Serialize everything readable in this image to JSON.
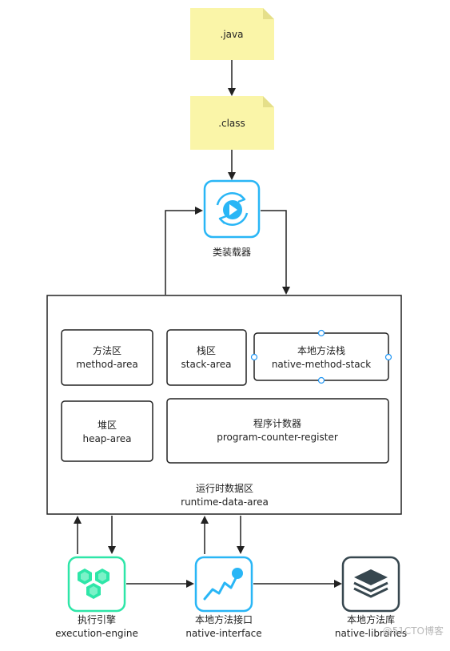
{
  "files": {
    "java": ".java",
    "class": ".class"
  },
  "class_loader": {
    "label": "类装载器",
    "icon": "refresh-play-icon",
    "color": "#29b6f6"
  },
  "runtime_data_area": {
    "label_cn": "运行时数据区",
    "label_en": "runtime-data-area",
    "method_area": {
      "cn": "方法区",
      "en": "method-area"
    },
    "stack_area": {
      "cn": "栈区",
      "en": "stack-area"
    },
    "native_method_stack": {
      "cn": "本地方法栈",
      "en": "native-method-stack"
    },
    "heap_area": {
      "cn": "堆区",
      "en": "heap-area"
    },
    "program_counter_register": {
      "cn": "程序计数器",
      "en": "program-counter-register"
    }
  },
  "execution_engine": {
    "label_cn": "执行引擎",
    "label_en": "execution-engine",
    "icon": "hexagon-cluster-icon",
    "color": "#2ee6a8"
  },
  "native_interface": {
    "label_cn": "本地方法接口",
    "label_en": "native-interface",
    "icon": "line-chart-icon",
    "color": "#29b6f6"
  },
  "native_library": {
    "label_cn": "本地方法库",
    "label_en": "native-libraries",
    "icon": "stacked-layers-icon",
    "color": "#37474f"
  },
  "watermark": "@51CTO博客",
  "colors": {
    "note_fill": "#faf5a8",
    "note_fold": "#e5df8a",
    "stroke": "#222222",
    "connector": "#3a3a3a",
    "handle": "#2196f3"
  }
}
